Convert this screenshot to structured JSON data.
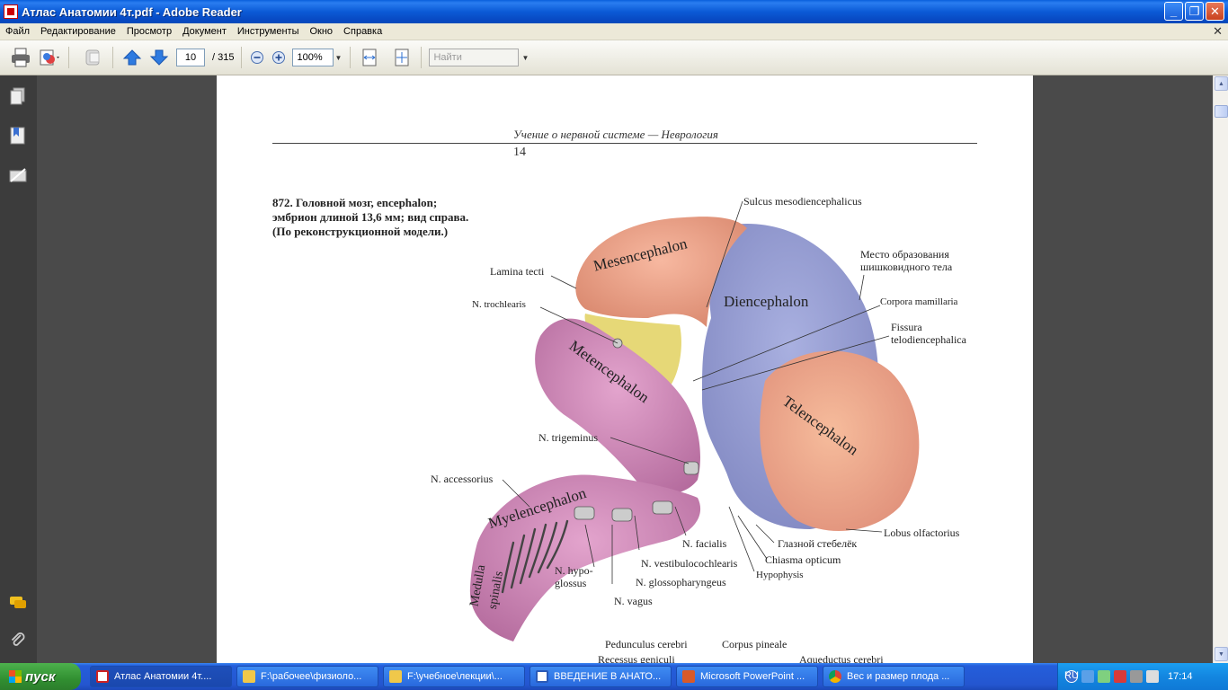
{
  "window": {
    "title": "Атлас Анатомии 4т.pdf - Adobe Reader"
  },
  "menu": [
    "Файл",
    "Редактирование",
    "Просмотр",
    "Документ",
    "Инструменты",
    "Окно",
    "Справка"
  ],
  "toolbar": {
    "page_current": "10",
    "page_total": "/ 315",
    "zoom": "100%",
    "find_placeholder": "Найти"
  },
  "document": {
    "running_head": "Учение о нервной системе — Неврология",
    "page_number": "14",
    "caption": "872. Головной мозг, encephalon; эмбрион длиной 13,6 мм; вид справа. (По реконструкционной модели.)",
    "regions": {
      "mesencephalon": "Mesencephalon",
      "diencephalon": "Diencephalon",
      "metencephalon": "Metencephalon",
      "telencephalon": "Telencephalon",
      "myelencephalon": "Myelencephalon",
      "medulla": "Medulla",
      "spinalis": "spinalis"
    },
    "labels": {
      "sulcus": "Sulcus mesodiencephalicus",
      "lamina": "Lamina tecti",
      "trochlearis": "N. trochlearis",
      "mesto1": "Место образования",
      "mesto2": "шишковидного тела",
      "corpora": "Corpora mamillaria",
      "fissura1": "Fissura",
      "fissura2": "telodiencephalica",
      "trigeminus": "N. trigeminus",
      "accessorius": "N. accessorius",
      "facialis": "N. facialis",
      "vestibulo": "N. vestibulocochlearis",
      "hypo1": "N. hypo-",
      "hypo2": "glossus",
      "glosso": "N. glossopharyngeus",
      "vagus": "N. vagus",
      "glaz": "Глазной стебелёк",
      "chiasma": "Chiasma opticum",
      "hypophysis": "Hypophysis",
      "lobus": "Lobus olfactorius",
      "pedunculus": "Pedunculus cerebri",
      "recessus": "Recessus geniculi",
      "corpus_pineale": "Corpus pineale",
      "aqueductus": "Aqueductus cerebri"
    }
  },
  "taskbar": {
    "start": "пуск",
    "tasks": [
      "Атлас Анатомии 4т....",
      "F:\\рабочее\\физиоло...",
      "F:\\учебное\\лекции\\...",
      "ВВЕДЕНИЕ В АНАТО...",
      "Microsoft PowerPoint ...",
      "Вес и размер плода ..."
    ],
    "lang": "RU",
    "clock": "17:14"
  },
  "colors": {
    "mesencephalon": "#f4a890",
    "diencephalon": "#9aa3d8",
    "metencephalon": "#d896c4",
    "trochlear": "#e8d870",
    "telencephalon": "#f4b498"
  }
}
